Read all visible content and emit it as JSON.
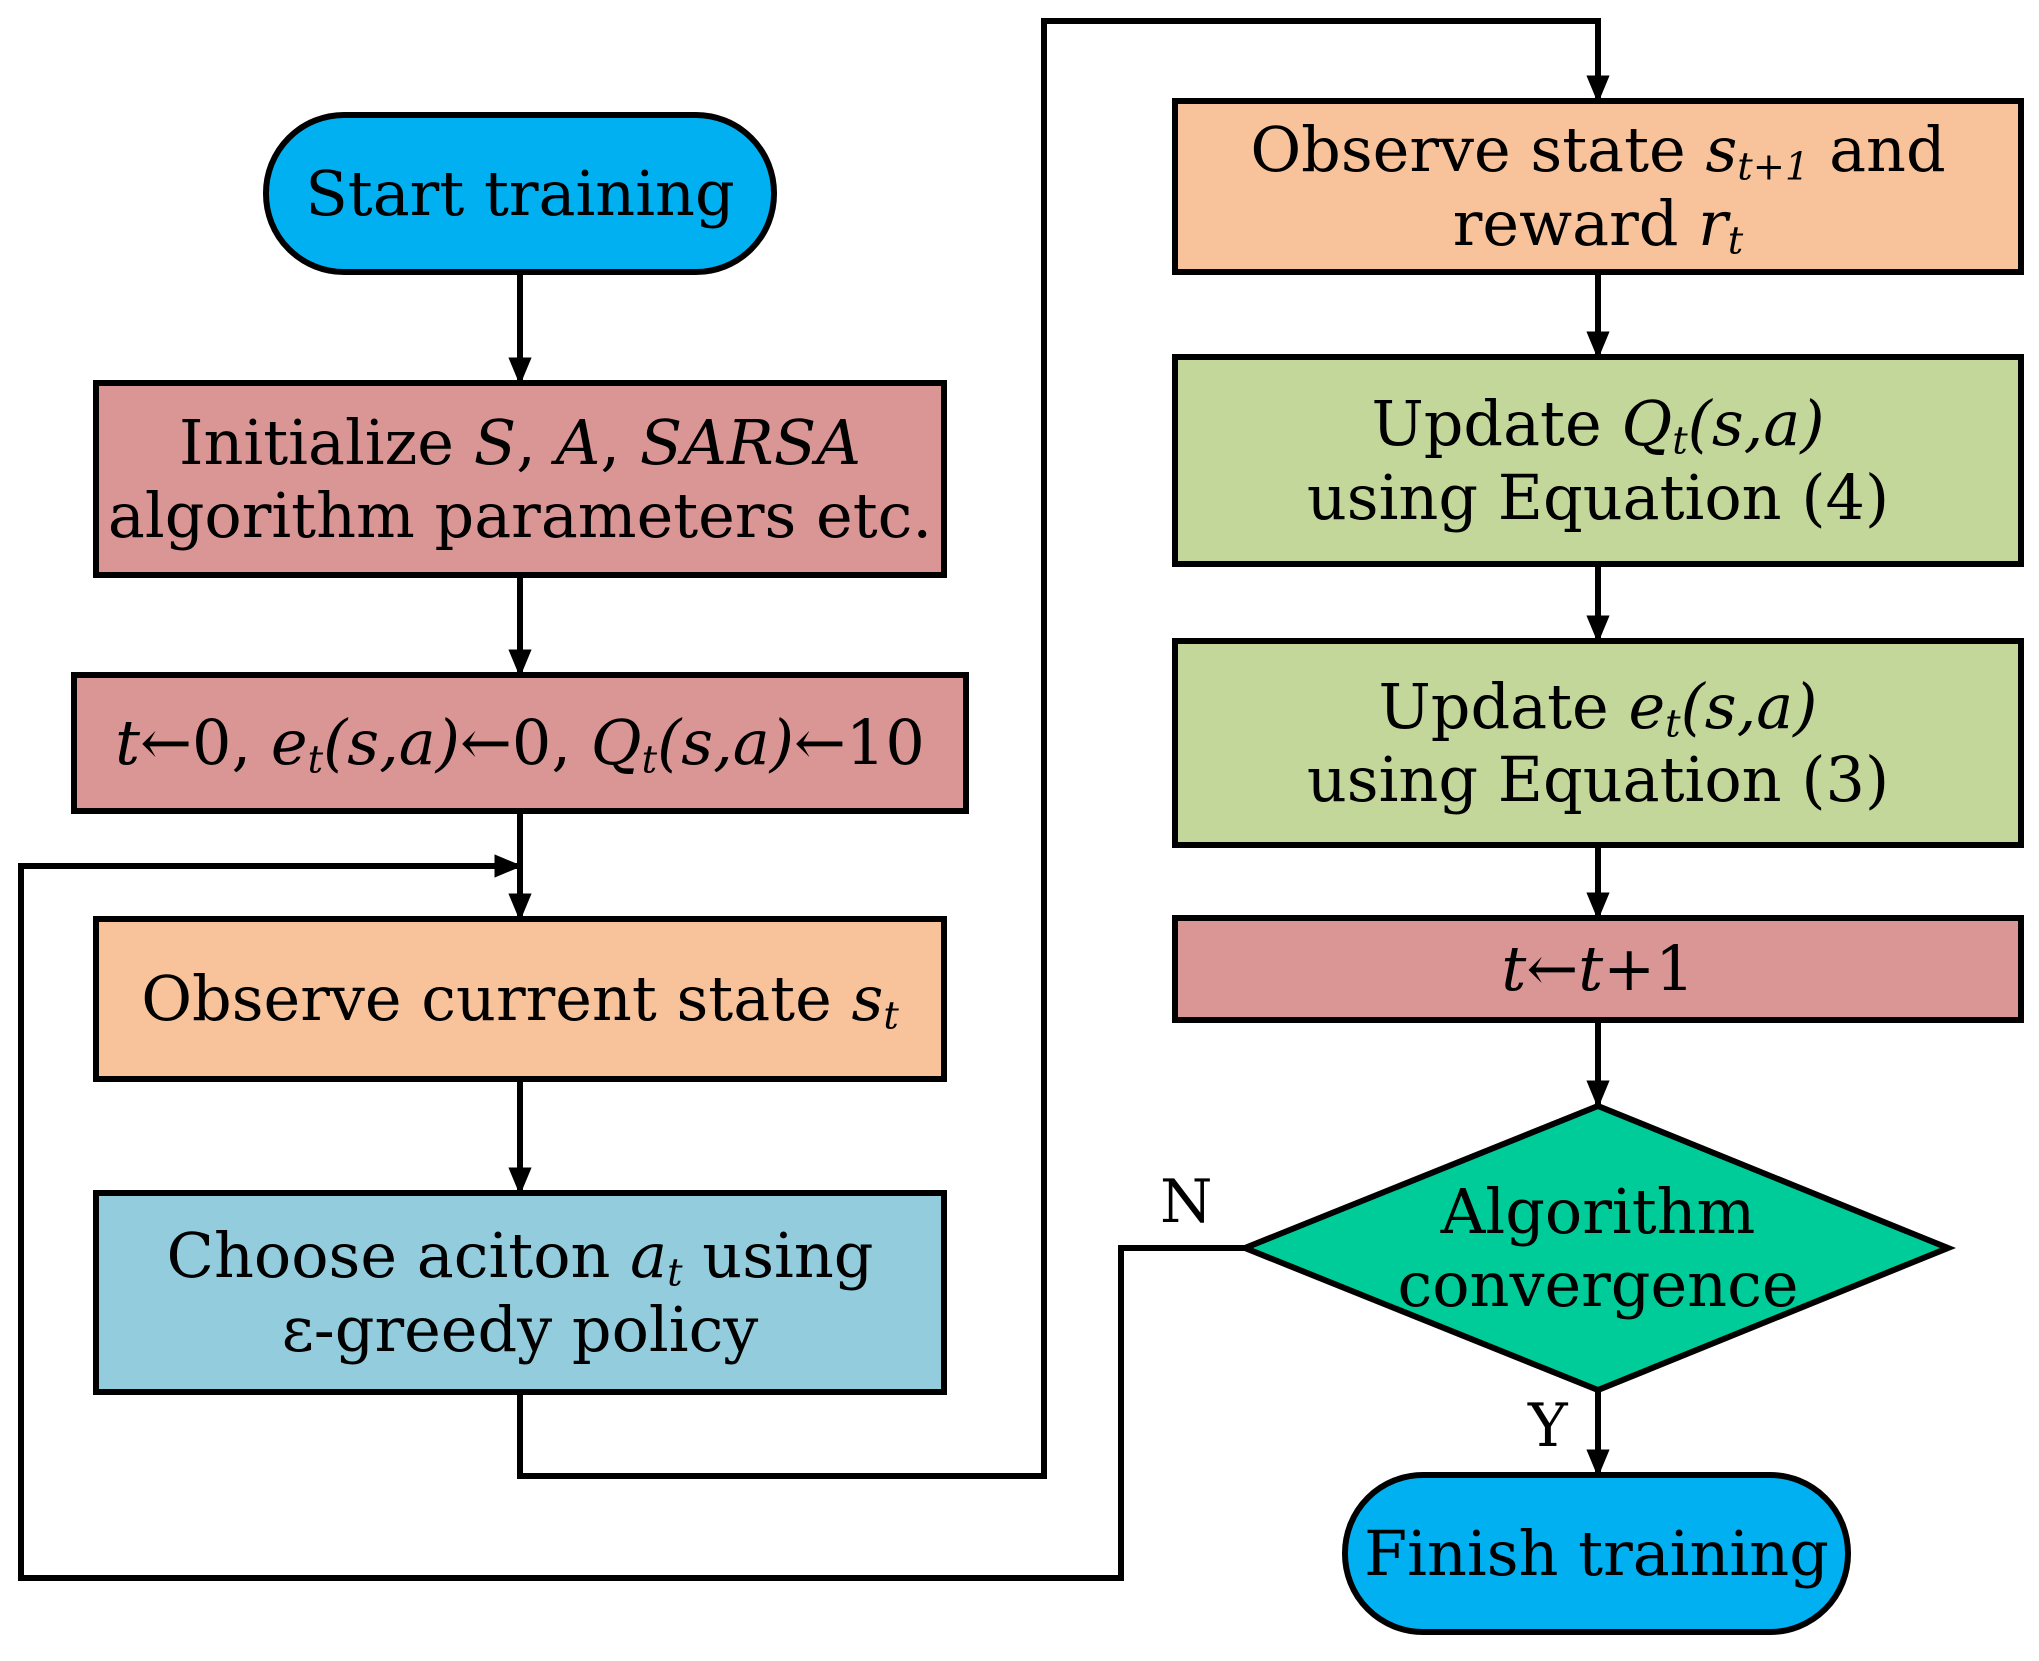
{
  "nodes": {
    "start": {
      "text": "Start training"
    },
    "init": {
      "line1_prefix": "Initialize ",
      "line1_S": "S",
      "line1_sep1": ", ",
      "line1_A": "A",
      "line1_sep2": ", ",
      "line1_SARSA": "SARSA",
      "line2": "algorithm parameters etc."
    },
    "init_values": {
      "t": "t",
      "arrow": "←",
      "zero1": "0, ",
      "e": "e",
      "e_sub": "t",
      "sa1": "(s,a)",
      "zero2": "0, ",
      "Q": "Q",
      "Q_sub": "t",
      "sa2": "(s,a)",
      "ten": "10"
    },
    "observe_current": {
      "text": "Observe current state ",
      "var": "s",
      "sub": "t"
    },
    "choose_action": {
      "line1_prefix": "Choose aciton ",
      "var": "a",
      "sub": "t",
      "line1_suffix": " using",
      "line2": "ε-greedy policy"
    },
    "observe_next": {
      "line1_prefix": "Observe state ",
      "var1": "s",
      "sub1": "t+1",
      "line1_suffix": " and",
      "line2_prefix": "reward ",
      "var2": "r",
      "sub2": "t"
    },
    "update_q": {
      "line1_prefix": "Update ",
      "var": "Q",
      "sub": "t",
      "sa": "(s,a)",
      "line2": "using  Equation (4)"
    },
    "update_e": {
      "line1_prefix": "Update  ",
      "var": "e",
      "sub": "t",
      "sa": "(s,a)",
      "line2": "using  Equation (3)"
    },
    "increment": {
      "t1": "t",
      "arrow": "←",
      "t2": "t",
      "plus": "+1"
    },
    "decision": {
      "line1": "Algorithm",
      "line2": "convergence"
    },
    "finish": {
      "text": "Finish training"
    }
  },
  "edge_labels": {
    "no": "N",
    "yes": "Y"
  },
  "colors": {
    "terminal": "#00b0f0",
    "init": "#da9694",
    "observe": "#f8c39b",
    "choose": "#93cddd",
    "update": "#c4d79b",
    "decision": "#00cc99",
    "stroke": "#000000"
  }
}
